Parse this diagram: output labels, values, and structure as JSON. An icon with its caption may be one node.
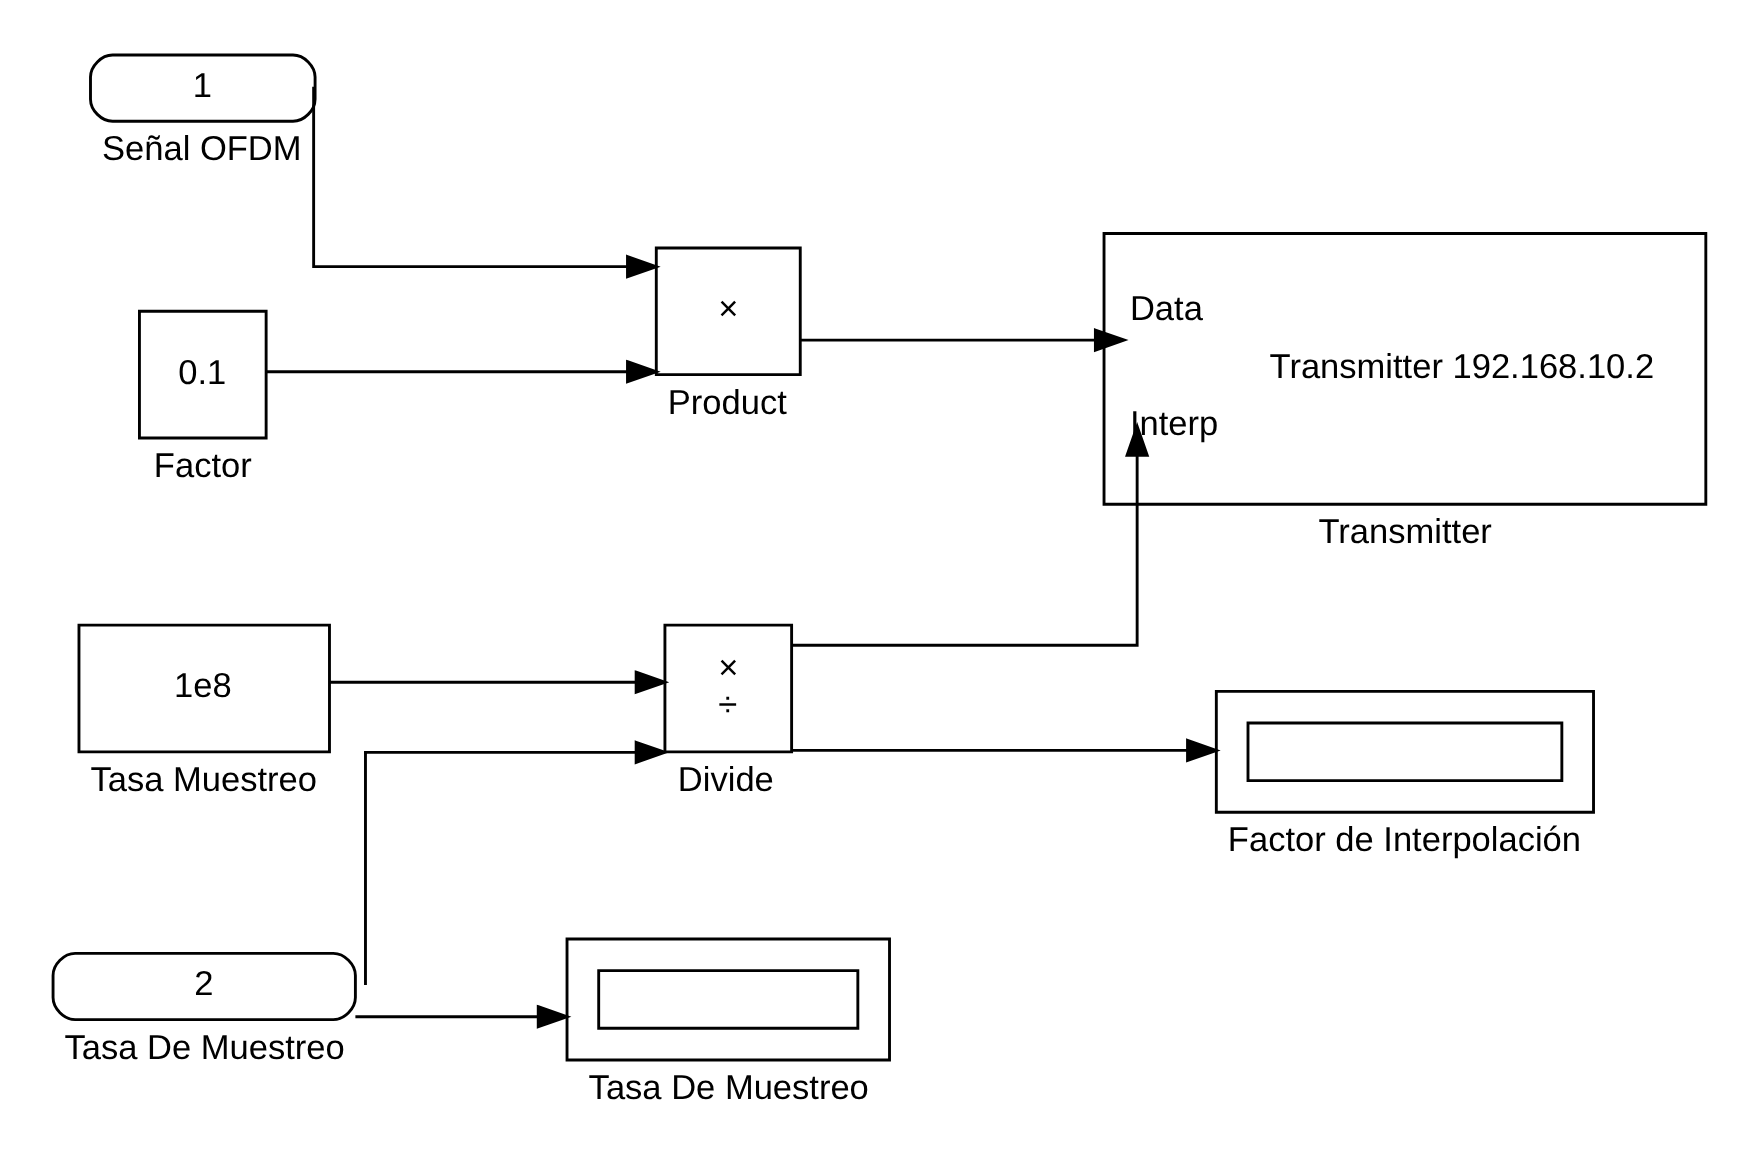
{
  "diagram": {
    "nodes": [
      {
        "text": [
          "1"
        ],
        "beside": [
          "Señal OFDM"
        ]
      },
      {
        "text": [
          "0.1"
        ],
        "beside": [
          "Factor"
        ]
      },
      {
        "text": [
          "×"
        ],
        "beside": [
          "Product"
        ]
      },
      {
        "text": [
          "Data",
          "Interp",
          "Transmitter 192.168.10.2"
        ],
        "beside": [
          "Transmitter"
        ]
      },
      {
        "text": [
          "1e8"
        ],
        "beside": [
          "Tasa Muestreo"
        ]
      },
      {
        "text": [
          "2"
        ],
        "beside": [
          "Tasa De Muestreo"
        ]
      },
      {
        "text": [
          "×",
          "÷"
        ],
        "beside": [
          "Divide"
        ]
      },
      {
        "text": [],
        "shape": "box",
        "beside": [
          "Factor de Interpolación"
        ]
      },
      {
        "text": [],
        "shape": "box",
        "beside": [
          "Tasa De Muestreo"
        ]
      }
    ],
    "edges": [
      {
        "from": 0,
        "to": 2,
        "arrow": "to"
      },
      {
        "from": 1,
        "to": 2,
        "arrow": "to"
      },
      {
        "from": 2,
        "to": 3,
        "arrow": "to"
      },
      {
        "from": 4,
        "to": 6,
        "arrow": "to"
      },
      {
        "from": 5,
        "to": 6,
        "arrow": "to"
      },
      {
        "from": 6,
        "to": 3,
        "arrow": "to"
      },
      {
        "from": 6,
        "to": 7,
        "arrow": "to"
      },
      {
        "from": 5,
        "to": 8,
        "arrow": "to"
      }
    ]
  }
}
